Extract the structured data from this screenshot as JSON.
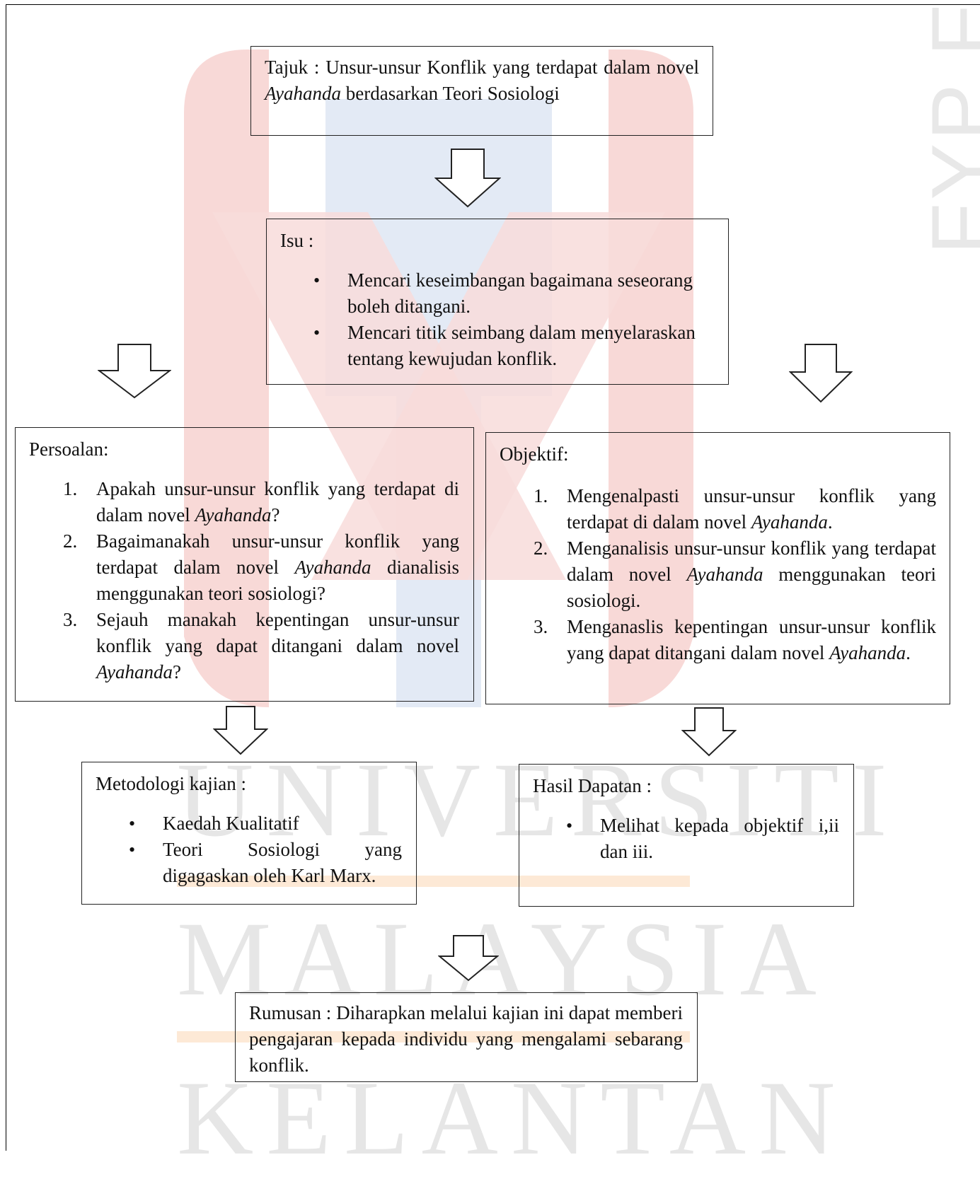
{
  "watermark": {
    "side_text": "FYP FTK",
    "line1": "UNIVERSITI",
    "line2": "MALAYSIA",
    "line3": "KELANTAN"
  },
  "tajuk": {
    "prefix": "Tajuk : Unsur-unsur Konflik yang terdapat dalam novel ",
    "italic": "Ayahanda",
    "suffix": " berdasarkan Teori Sosiologi"
  },
  "isu": {
    "label": "Isu :",
    "items": [
      "Mencari keseimbangan bagaimana seseorang boleh ditangani.",
      "Mencari titik seimbang dalam menyelaraskan tentang kewujudan konflik."
    ]
  },
  "persoalan": {
    "label": "Persoalan:",
    "items": [
      {
        "num": "1.",
        "pre": "Apakah unsur-unsur konflik yang terdapat di dalam novel ",
        "it": "Ayahanda",
        "post": "?"
      },
      {
        "num": "2.",
        "pre": "Bagaimanakah unsur-unsur konflik yang terdapat dalam novel ",
        "it": "Ayahanda",
        "post": " dianalisis menggunakan teori sosiologi?"
      },
      {
        "num": "3.",
        "pre": "Sejauh manakah kepentingan unsur-unsur konflik yang dapat ditangani dalam novel ",
        "it": "Ayahanda",
        "post": "?"
      }
    ]
  },
  "objektif": {
    "label": "Objektif:",
    "items": [
      {
        "num": "1.",
        "pre": "Mengenalpasti unsur-unsur konflik yang terdapat di dalam novel ",
        "it": "Ayahanda",
        "post": "."
      },
      {
        "num": "2.",
        "pre": "Menganalisis unsur-unsur konflik yang terdapat dalam novel ",
        "it": "Ayahanda",
        "post": " menggunakan teori sosiologi."
      },
      {
        "num": "3.",
        "pre": "Menganaslis kepentingan unsur-unsur konflik yang dapat ditangani dalam novel ",
        "it": "Ayahanda",
        "post": "."
      }
    ]
  },
  "metodologi": {
    "label": "Metodologi kajian :",
    "items": [
      "Kaedah Kualitatif",
      "Teori Sosiologi yang digagaskan oleh Karl Marx."
    ]
  },
  "hasil": {
    "label": "Hasil Dapatan :",
    "items": [
      "Melihat kepada objektif i,ii dan iii."
    ]
  },
  "rumusan": {
    "text": "Rumusan : Diharapkan melalui kajian ini dapat memberi pengajaran kepada individu yang mengalami sebarang konflik."
  },
  "colors": {
    "watermark_red": "#f7d4d2",
    "watermark_blue": "#dfe7f4",
    "watermark_orange": "#fbe5cf",
    "border": "#222222"
  }
}
